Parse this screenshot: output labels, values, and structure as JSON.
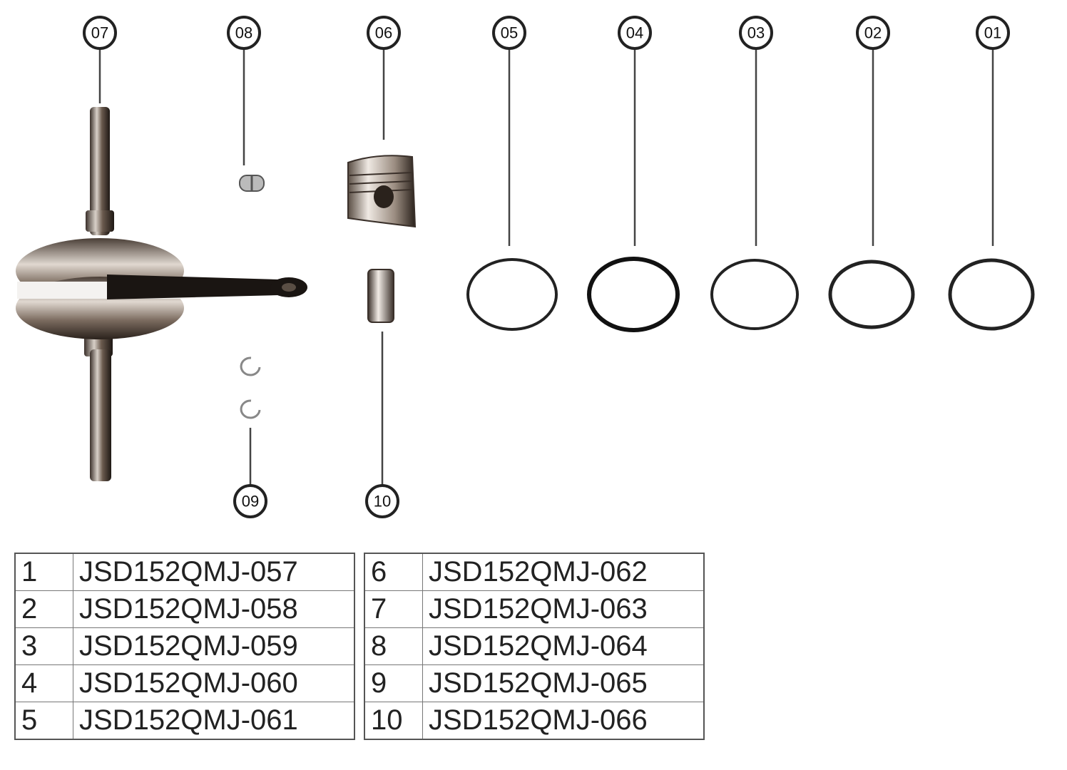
{
  "callouts": {
    "c01": "01",
    "c02": "02",
    "c03": "03",
    "c04": "04",
    "c05": "05",
    "c06": "06",
    "c07": "07",
    "c08": "08",
    "c09": "09",
    "c10": "10"
  },
  "parts_table": {
    "left": [
      {
        "num": "1",
        "code": "JSD152QMJ-057"
      },
      {
        "num": "2",
        "code": "JSD152QMJ-058"
      },
      {
        "num": "3",
        "code": "JSD152QMJ-059"
      },
      {
        "num": "4",
        "code": "JSD152QMJ-060"
      },
      {
        "num": "5",
        "code": "JSD152QMJ-061"
      }
    ],
    "right": [
      {
        "num": "6",
        "code": "JSD152QMJ-062"
      },
      {
        "num": "7",
        "code": "JSD152QMJ-063"
      },
      {
        "num": "8",
        "code": "JSD152QMJ-064"
      },
      {
        "num": "9",
        "code": "JSD152QMJ-065"
      },
      {
        "num": "10",
        "code": "JSD152QMJ-066"
      }
    ]
  },
  "colors": {
    "metal_dark": "#2a2420",
    "metal_mid": "#8a7a6a",
    "metal_light": "#e8e2dc",
    "line": "#333333"
  }
}
